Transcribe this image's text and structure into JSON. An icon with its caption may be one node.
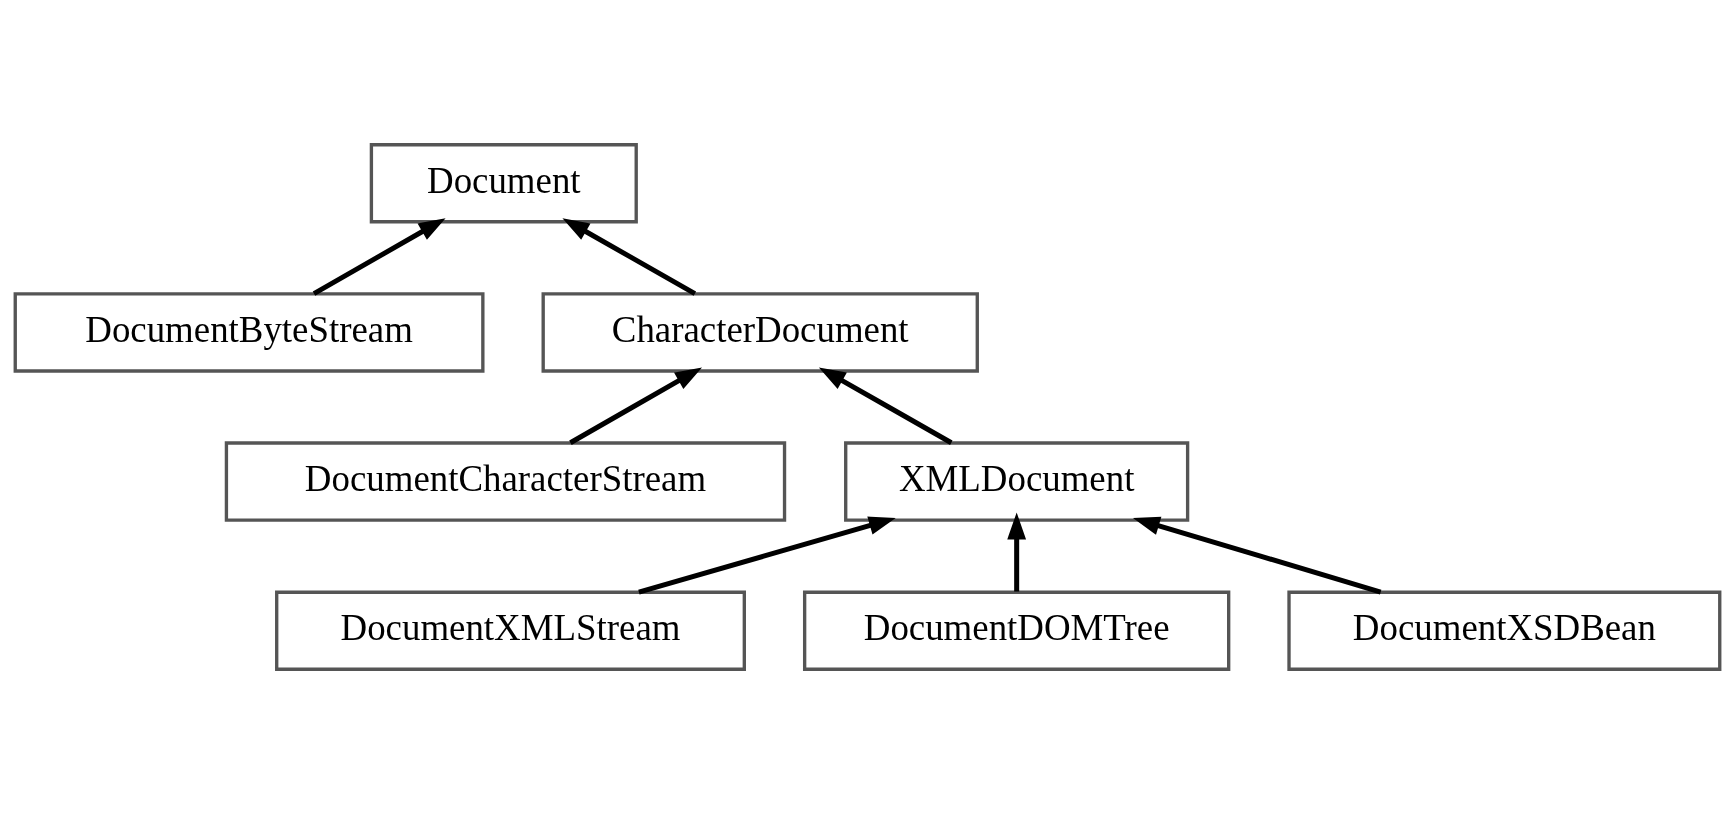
{
  "diagram": {
    "nodes": [
      {
        "text": [
          "Document"
        ]
      },
      {
        "text": [
          "DocumentByteStream"
        ]
      },
      {
        "text": [
          "CharacterDocument"
        ]
      },
      {
        "text": [
          "DocumentCharacterStream"
        ]
      },
      {
        "text": [
          "XMLDocument"
        ]
      },
      {
        "text": [
          "DocumentXMLStream"
        ]
      },
      {
        "text": [
          "DocumentDOMTree"
        ]
      },
      {
        "text": [
          "DocumentXSDBean"
        ]
      }
    ],
    "edges": [
      {
        "from": 1,
        "to": 0,
        "arrow": "to"
      },
      {
        "from": 2,
        "to": 0,
        "arrow": "to"
      },
      {
        "from": 3,
        "to": 2,
        "arrow": "to"
      },
      {
        "from": 4,
        "to": 2,
        "arrow": "to"
      },
      {
        "from": 5,
        "to": 4,
        "arrow": "to"
      },
      {
        "from": 6,
        "to": 4,
        "arrow": "to"
      },
      {
        "from": 7,
        "to": 4,
        "arrow": "to"
      }
    ]
  }
}
